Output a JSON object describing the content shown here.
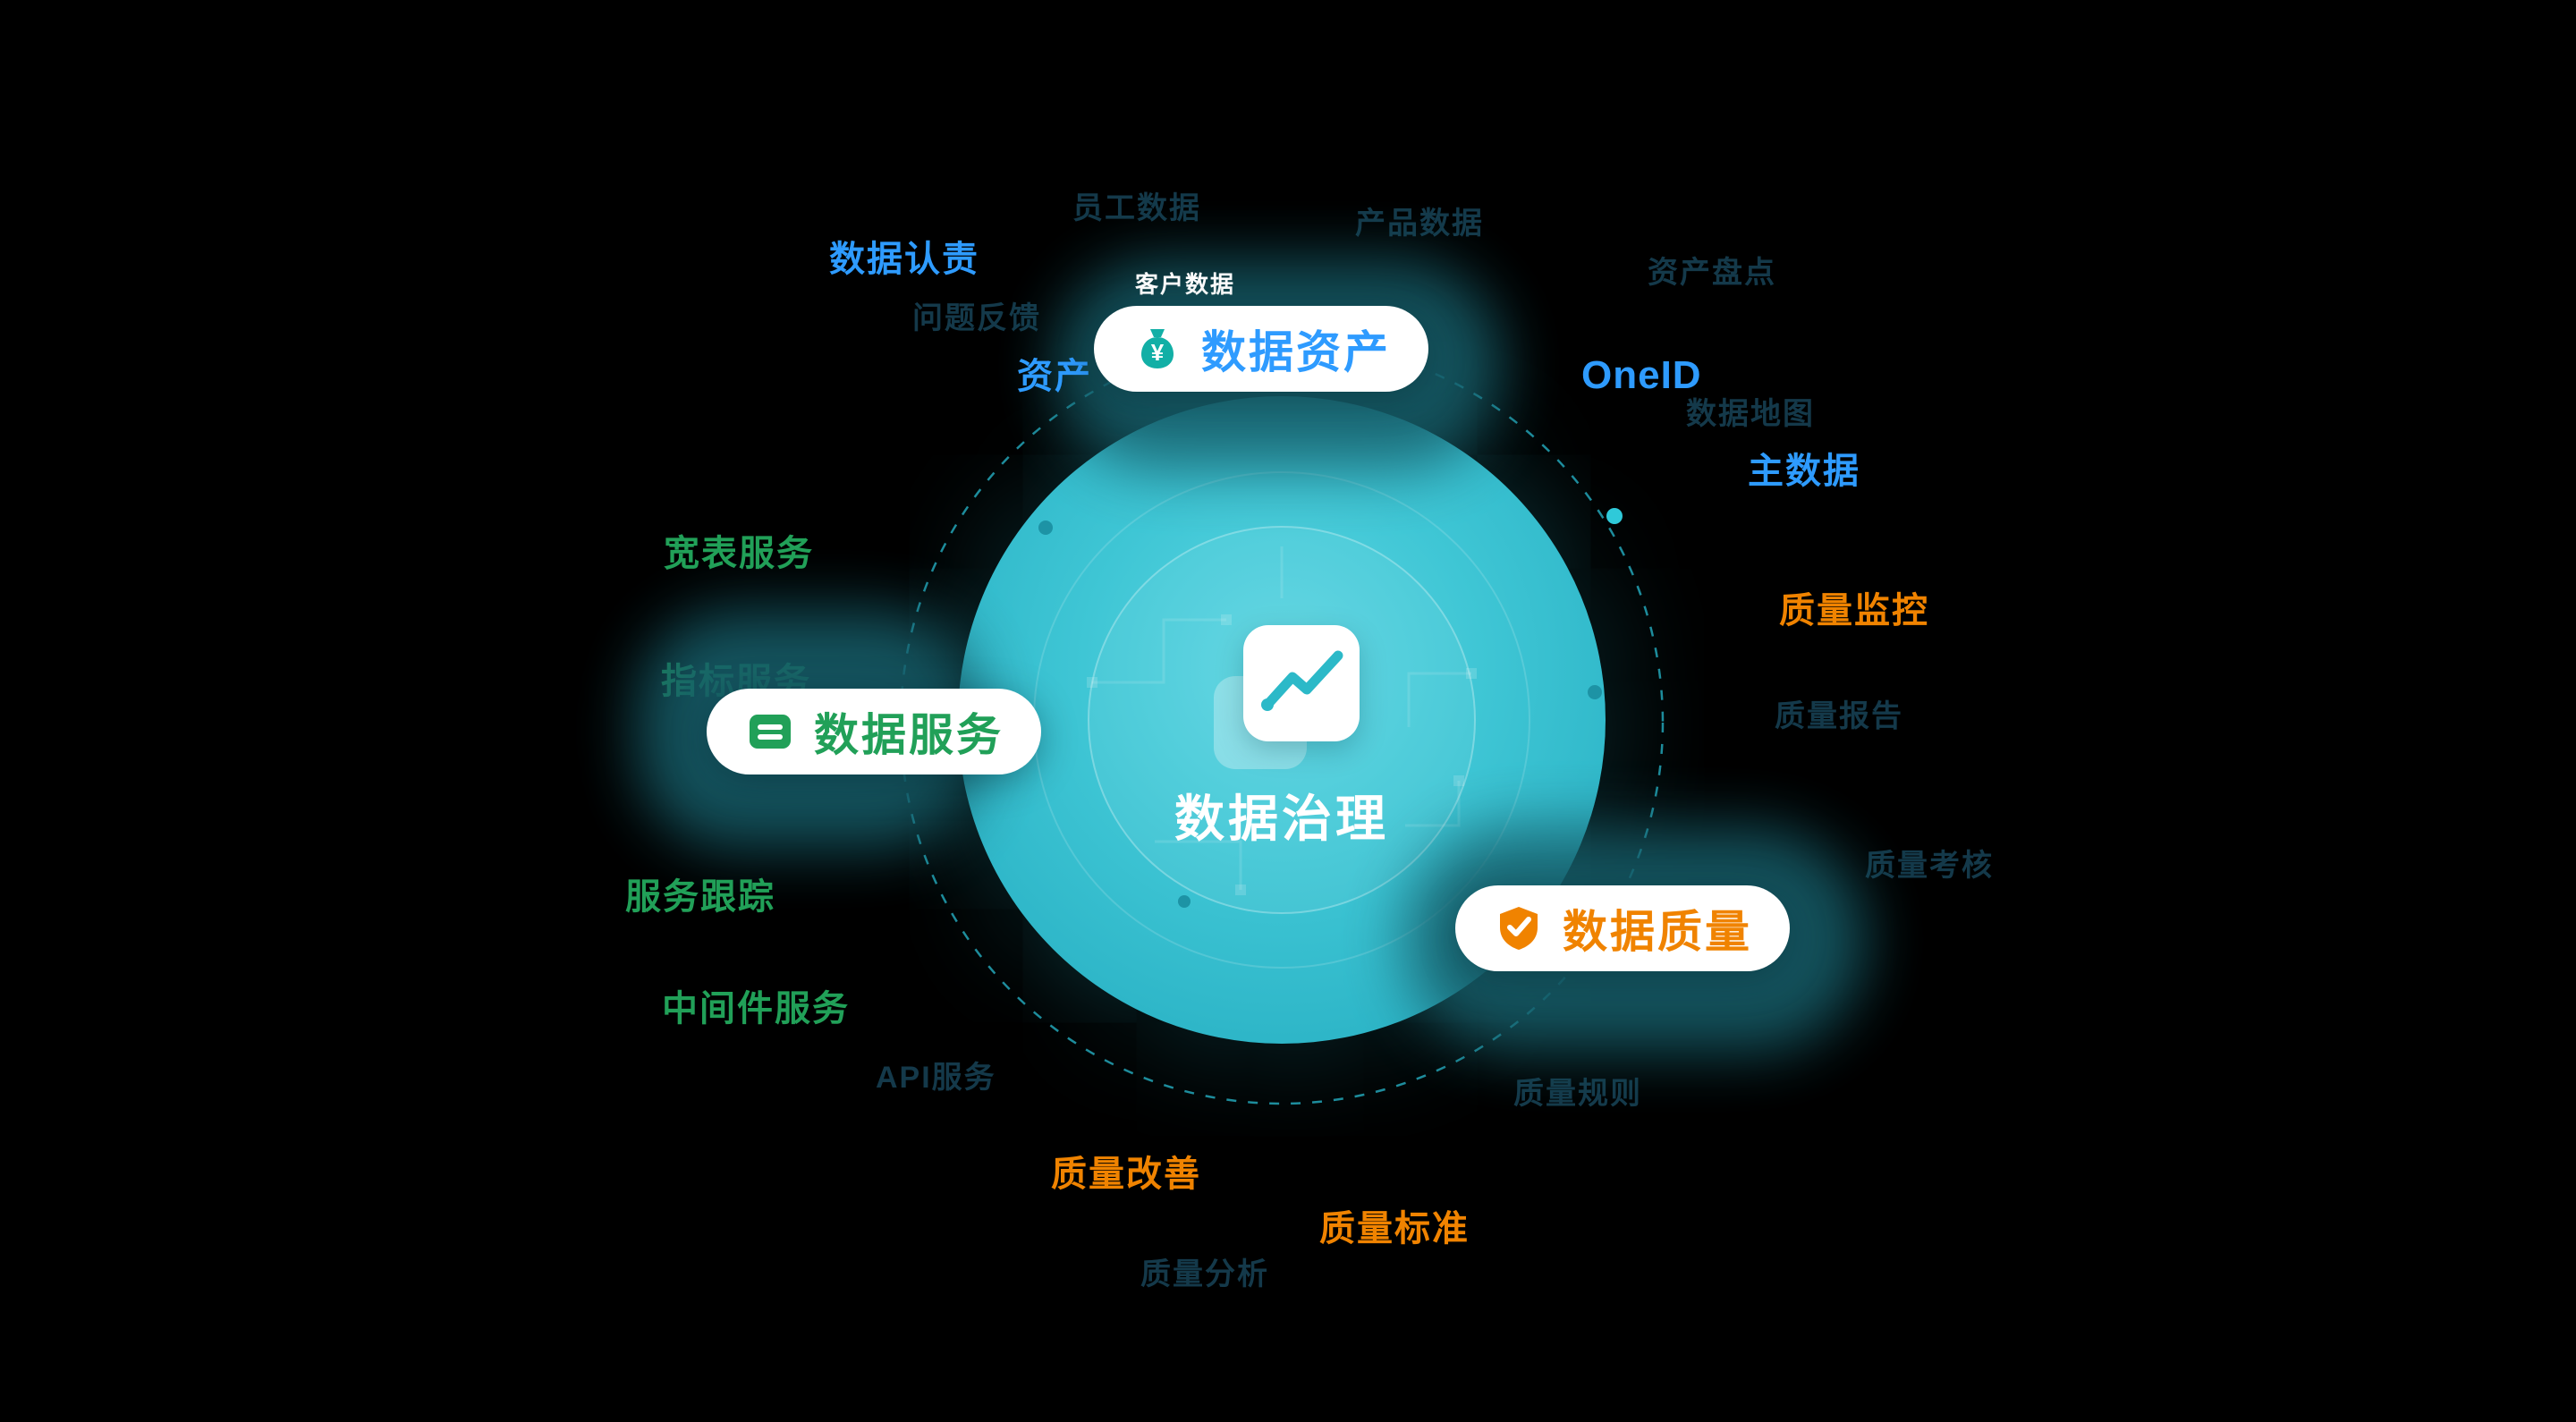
{
  "center": {
    "label": "数据治理"
  },
  "pills": {
    "assets": {
      "label": "数据资产"
    },
    "services": {
      "label": "数据服务"
    },
    "quality": {
      "label": "数据质量"
    }
  },
  "tags": {
    "customer_data": "客户数据"
  },
  "keywords": {
    "blue": [
      "数据认责",
      "资产",
      "OneID",
      "主数据"
    ],
    "green": [
      "宽表服务",
      "指标服务",
      "服务跟踪",
      "中间件服务"
    ],
    "orange": [
      "质量监控",
      "质量改善",
      "质量标准"
    ],
    "faint": [
      "员工数据",
      "产品数据",
      "资产盘点",
      "数据地图",
      "问题反馈",
      "质量报告",
      "质量考核",
      "质量规则",
      "API服务",
      "质量分析"
    ]
  },
  "colors": {
    "blue": "#2E9BFF",
    "green": "#21A058",
    "orange": "#F08300",
    "circle_teal": "#35C2D1",
    "glow_teal": "#175F6B",
    "background": "#000000"
  }
}
